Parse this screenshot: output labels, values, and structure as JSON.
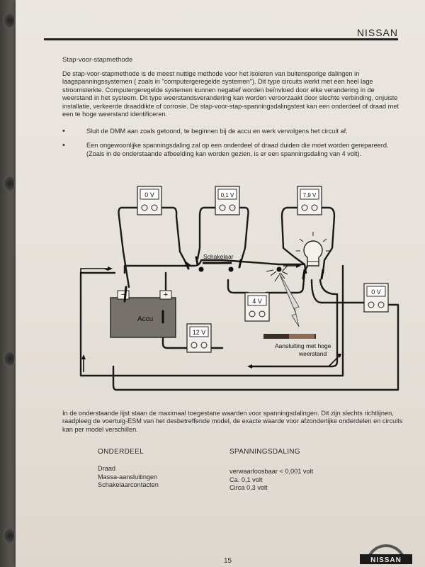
{
  "header": {
    "brand": "NISSAN"
  },
  "section": {
    "title": "Stap-voor-stapmethode",
    "intro": "De stap-voor-stapmethode is de meest nuttige methode voor het isoleren van buitensporige dalingen in laagspanningssystemen ( zoals in \"computergeregelde systemen\"). Dit type circuits werkt met een heel lage stroomsterkte. Computergeregelde systemen kunnen negatief worden beïnvloed door elke verandering in de weerstand in het systeem. Dit type weerstandsverandering kan worden veroorzaakt door slechte verbinding, onjuiste installatie, verkeerde draaddikte of corrosie. De stap-voor-stap-spanningsdalingstest kan een onderdeel of draad met een te hoge weerstand identificeren.",
    "bullets": [
      "Sluit de DMM aan zoals getoond, te beginnen bij de accu en werk vervolgens het circuit af.",
      "Een ongewoonlijke spanningsdaling zal op een onderdeel of draad duiden die moet worden gerepareerd. (Zoals in de onderstaande afbeelding kan worden gezien, is er een spanningsdaling van 4 volt)."
    ]
  },
  "diagram": {
    "meters": [
      "0 V",
      "0,1 V",
      "7,9 V",
      "4 V",
      "12 V",
      "0 V"
    ],
    "battery_label": "Accu",
    "minus": "−",
    "plus": "+",
    "switch_label": "Schakelaar",
    "fault_label_1": "Aansluiting met hoge",
    "fault_label_2": "weerstand"
  },
  "after_text": "In de onderstaande lijst staan de maximaal toegestane waarden voor spanningsdalingen. Dit zijn slechts richtlijnen, raadpleeg de voertuig-ESM van het desbetreffende model, de exacte waarde voor afzonderlijke onderdelen en circuits kan per model verschillen.",
  "table": {
    "headers": {
      "part": "ONDERDEEL",
      "drop": "SPANNINGSDALING"
    },
    "parts": [
      "Draad",
      "Massa-aansluitingen",
      "Schakelaarcontacten"
    ],
    "drops": [
      "verwaarloosbaar < 0,001 volt",
      "Ca. 0,1 volt",
      "Circa 0,3 volt"
    ]
  },
  "footer": {
    "page_number": "15",
    "logo_text": "NISSAN"
  }
}
